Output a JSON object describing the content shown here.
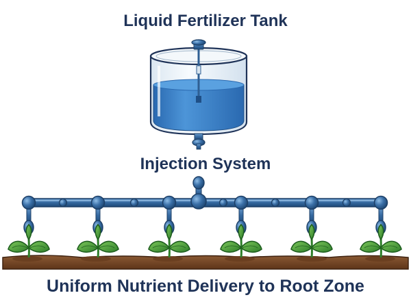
{
  "labels": {
    "tank": "Liquid Fertilizer Tank",
    "injection": "Injection System",
    "delivery": "Uniform Nutrient Delivery to Root Zone"
  },
  "colors": {
    "text": "#1f3358",
    "pipe": "#2f5f93",
    "pipe_highlight": "#7fb0de",
    "liquid": "#3e86cf",
    "liquid_dark": "#2a69b0",
    "glass": "#e8f1f8",
    "soil": "#7a4a28",
    "leaf": "#3f9a36",
    "leaf_dark": "#1f5e1f"
  },
  "icons": {
    "tank": "fertilizer-tank-icon",
    "plant": "seedling-icon",
    "valve": "pipe-valve-icon"
  }
}
